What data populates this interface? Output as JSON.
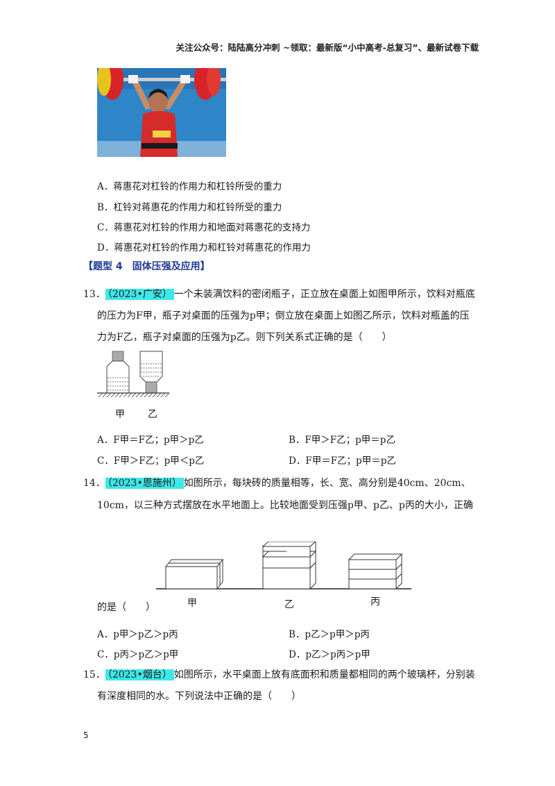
{
  "header": "关注公众号：陆陆高分冲刺 ~领取：最新版“小中高考-总复习”、最新试卷下载",
  "q12_options": [
    "A．蒋惠花对杠铃的作用力和杠铃所受的重力",
    "B．杠铃对蒋惠花的作用力和杠铃所受的重力",
    "C．蒋惠花对杠铃的作用力和地面对蒋惠花的支持力",
    "D．蒋惠花对杠铃的作用力和杠铃对蒋惠花的作用力"
  ],
  "section_title": "【题型 4　固体压强及应用】",
  "q13": {
    "num": "13．",
    "source": "（2023•广安）",
    "line1": "一个未装满饮料的密闭瓶子，正立放在桌面上如图甲所示，饮料对瓶底",
    "line2": "的压力为F甲，瓶子对桌面的压强为p甲；倒立放在桌面上如图乙所示，饮料对瓶盖的压",
    "line3": "力为F乙，瓶子对桌面的压强为p乙。则下列关系式正确的是（　　）",
    "labels": [
      "甲",
      "乙"
    ],
    "options": [
      "A．F甲＝F乙；p甲＞p乙",
      "B．F甲＞F乙；p甲＝p乙",
      "C．F甲＞F乙；p甲＜p乙",
      "D．F甲＝F乙；p甲＝p乙"
    ]
  },
  "q14": {
    "num": "14．",
    "source": "（2023•恩施州）",
    "line1": "如图所示，每块砖的质量相等，长、宽、高分别是40cm、20cm、",
    "line2": "10cm，以三种方式摆放在水平地面上。比较地面受到压强p甲、p乙、p丙的大小，正确",
    "line3": "的是（　　）",
    "labels": [
      "甲",
      "乙",
      "丙"
    ],
    "options": [
      "A．p甲＞p乙＞p丙",
      "B．p乙＞p甲＞p丙",
      "C．p丙＞p乙＞p甲",
      "D．p乙＞p丙＞p甲"
    ]
  },
  "q15": {
    "num": "15．",
    "source": "（2023•烟台）",
    "line1": "如图所示，水平桌面上放有底面积和质量都相同的两个玻璃杯，分别装",
    "line2": "有深度相同的水。下列说法中正确的是（　　）"
  },
  "page_number": "5"
}
